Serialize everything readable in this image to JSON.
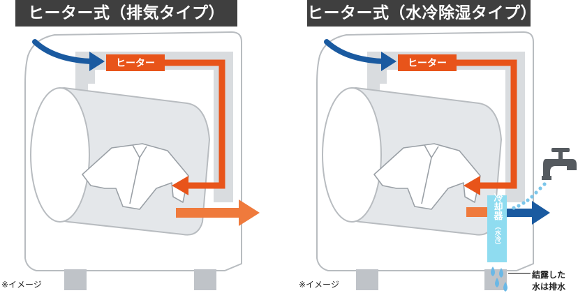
{
  "panels": {
    "left": {
      "title": "ヒーター式（排気タイプ）",
      "heater_label": "ヒーター",
      "note": "※イメージ"
    },
    "right": {
      "title": "ヒーター式（水冷除湿タイプ）",
      "heater_label": "ヒーター",
      "cooler_label": "冷却器",
      "cooler_sub": "（水冷）",
      "condensation_line1": "結露した",
      "condensation_line2": "水は排水",
      "note": "※イメージ"
    }
  },
  "colors": {
    "title_bg": "#3f3f3f",
    "heater_orange": "#e8541a",
    "exhaust_orange": "#ef7a3c",
    "intake_blue": "#1a5aa0",
    "cooler_cyan": "#8fdcf0",
    "water_blue": "#7cc6ea",
    "machine_outline": "#b8bcc0"
  }
}
